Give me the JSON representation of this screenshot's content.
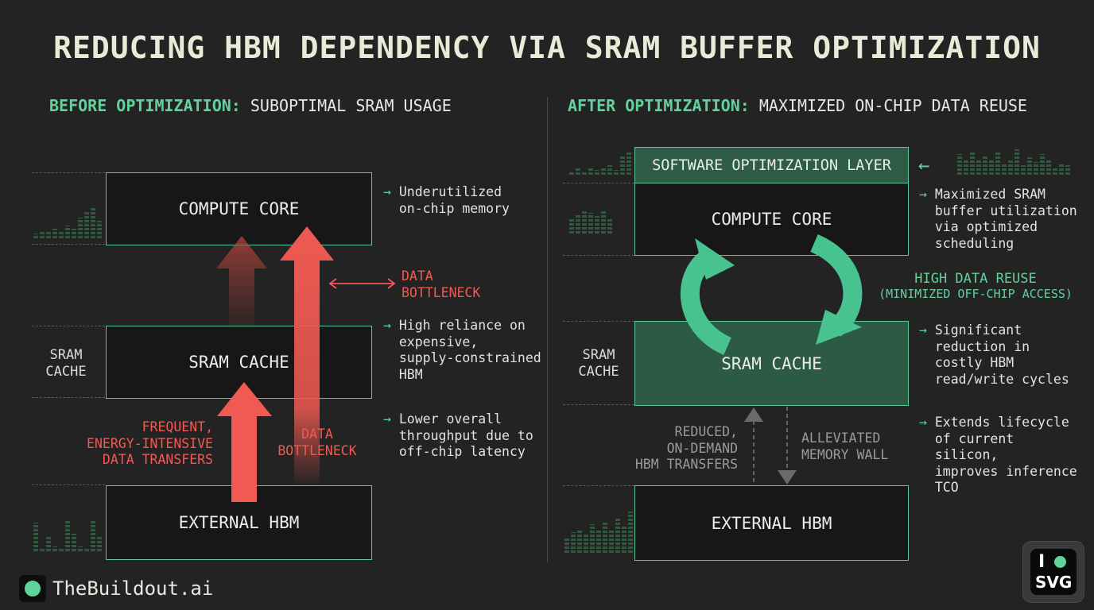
{
  "title": "REDUCING HBM DEPENDENCY VIA SRAM BUFFER OPTIMIZATION",
  "colors": {
    "accent_green": "#5fd39a",
    "alert_red": "#f05a52",
    "background": "#232323",
    "sram_fill": "#2c5a44"
  },
  "before": {
    "heading_strong": "BEFORE OPTIMIZATION:",
    "heading_rest": "SUBOPTIMAL SRAM USAGE",
    "compute_core": "COMPUTE CORE",
    "sram_cache": "SRAM CACHE",
    "external_hbm": "EXTERNAL HBM",
    "sram_side_label_1": "SRAM",
    "sram_side_label_2": "CACHE",
    "bottleneck_top_1": "DATA",
    "bottleneck_top_2": "BOTTLENECK",
    "bottleneck_bottom_1": "DATA",
    "bottleneck_bottom_2": "BOTTLENECK",
    "transfer_1": "FREQUENT,",
    "transfer_2": "ENERGY-INTENSIVE",
    "transfer_3": "DATA TRANSFERS",
    "notes": [
      {
        "arrow": "→",
        "lines": [
          "Underutilized",
          "on-chip memory"
        ]
      },
      {
        "arrow": "→",
        "lines": [
          "High reliance on",
          "expensive,",
          "supply-constrained",
          "HBM"
        ]
      },
      {
        "arrow": "→",
        "lines": [
          "Lower overall",
          "throughput due to",
          "off-chip latency"
        ]
      }
    ]
  },
  "after": {
    "heading_strong": "AFTER OPTIMIZATION:",
    "heading_rest": "MAXIMIZED ON-CHIP DATA REUSE",
    "software_layer": "SOFTWARE OPTIMIZATION LAYER",
    "compute_core": "COMPUTE CORE",
    "sram_cache": "SRAM CACHE",
    "external_hbm": "EXTERNAL HBM",
    "sram_side_label_1": "SRAM",
    "sram_side_label_2": "CACHE",
    "reuse_1": "HIGH DATA REUSE",
    "reuse_2": "(MINIMIZED OFF-CHIP ACCESS)",
    "reduced_1": "REDUCED,",
    "reduced_2": "ON-DEMAND",
    "reduced_3": "HBM TRANSFERS",
    "wall_1": "ALLEVIATED",
    "wall_2": "MEMORY WALL",
    "notes": [
      {
        "arrow": "→",
        "lines": [
          "Maximized SRAM",
          "buffer utilization",
          "via optimized",
          "scheduling"
        ]
      },
      {
        "arrow": "→",
        "lines": [
          "Significant",
          "reduction in",
          "costly HBM",
          "read/write cycles"
        ]
      },
      {
        "arrow": "→",
        "lines": [
          "Extends lifecycle",
          "of current",
          "silicon,",
          "improves inference",
          "TCO"
        ]
      }
    ],
    "software_arrow": "←"
  },
  "footer": {
    "brand": "TheBuildout.ai"
  },
  "badge": {
    "line1": "I",
    "line2": "SVG"
  }
}
